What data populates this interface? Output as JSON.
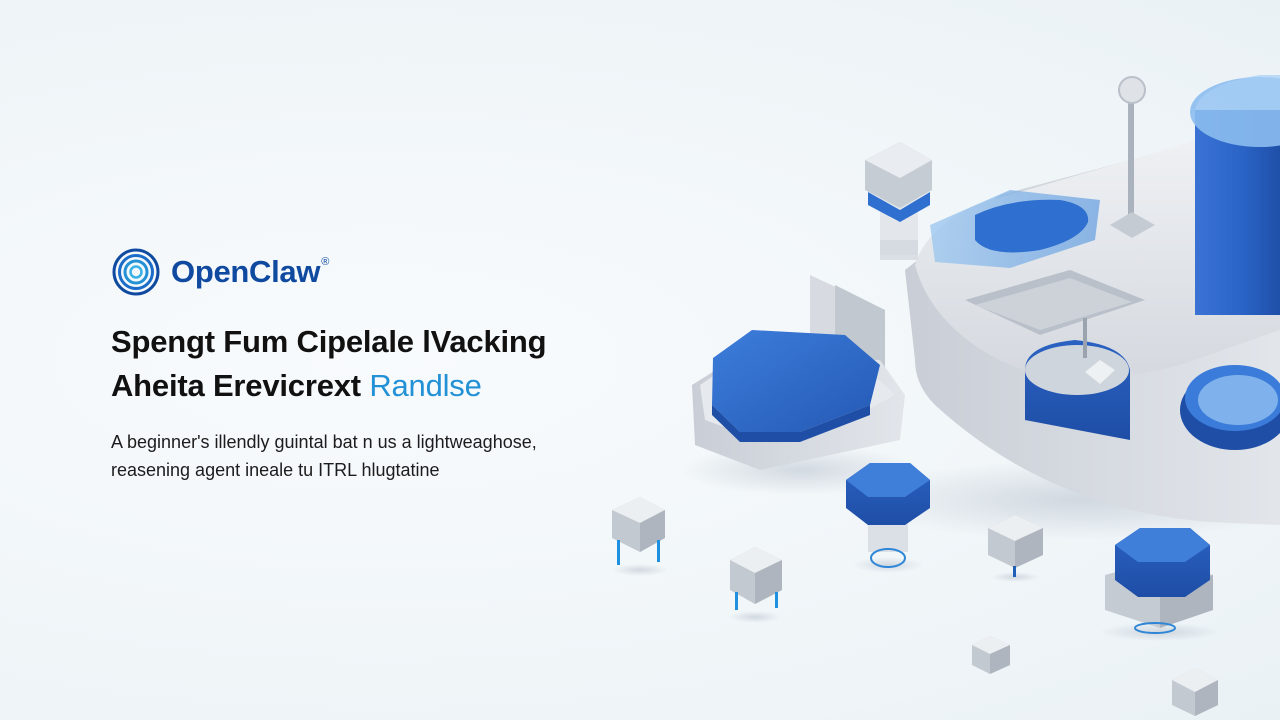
{
  "brand": {
    "name": "OpenClaw",
    "registered_mark": "®",
    "color": "#0f4aa0"
  },
  "headline": {
    "line1": "Spengt Fum Cipelale lVacking",
    "line2_main": "Aheita Erevicrext ",
    "line2_accent": "Randlse"
  },
  "subtext": {
    "line1": "A beginner's illendly guintal bat n us a lightweaghose,",
    "line2": "reasening agent ineale tu ITRL hlugtatine"
  },
  "colors": {
    "accent_blue": "#2f6fd0",
    "light_gray": "#d9dde3",
    "highlight_blue": "#2391d6"
  },
  "icons": {
    "logo": "concentric-circle-logo-icon"
  }
}
